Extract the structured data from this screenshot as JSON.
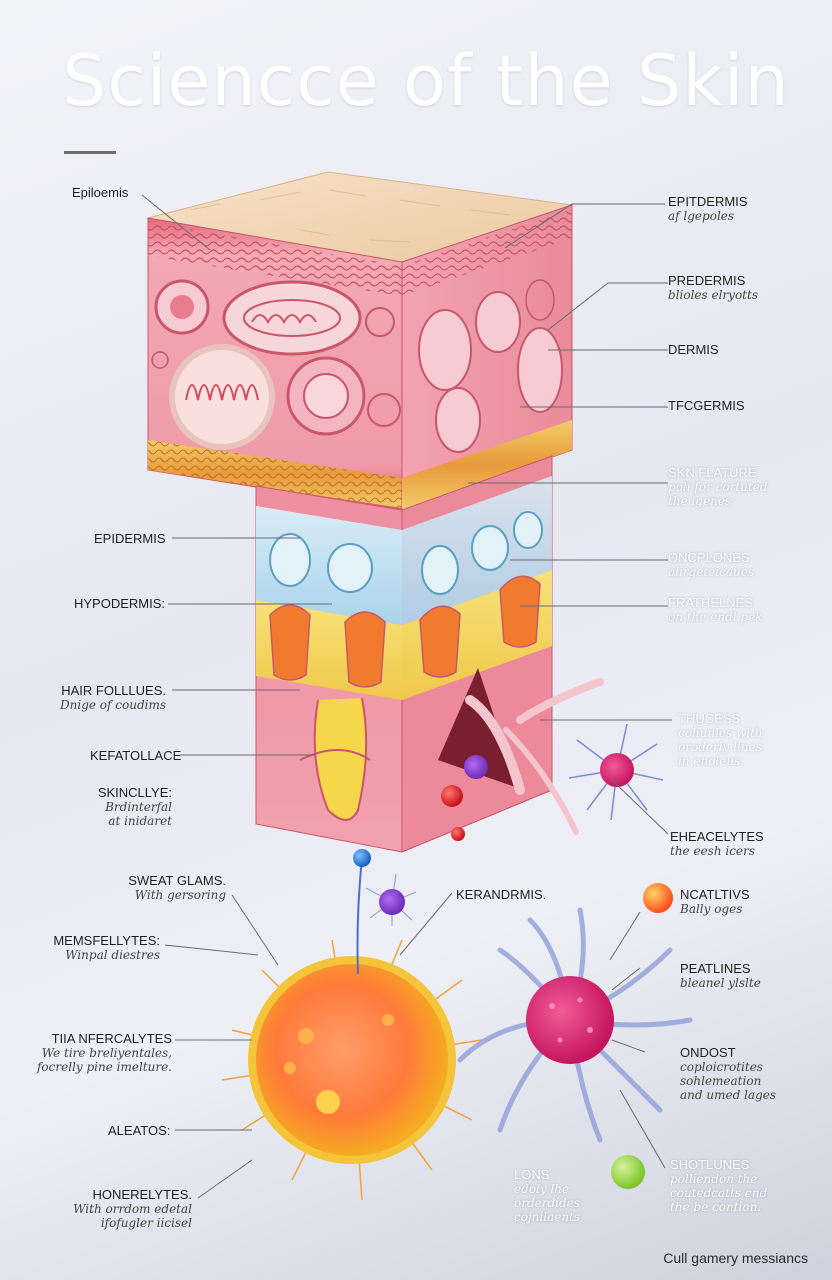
{
  "title": "Sciencce of the Skin",
  "footer": "Cull gamery messiancs",
  "colors": {
    "epidermis_top": "#f0d2b0",
    "dermis_pink": "#ee9aa6",
    "fat_yellow": "#f3d45a",
    "vascular_blue": "#bfe1f0",
    "cell_orange": "#f7a03a",
    "cell_magenta": "#d6246e",
    "background": "#e9eaf2"
  },
  "labels": {
    "left": [
      {
        "key": "epi_small",
        "title": "Epiloemis",
        "sub": ""
      },
      {
        "key": "epidermis",
        "title": "EPIDERMIS",
        "sub": ""
      },
      {
        "key": "hypodermis",
        "title": "HYPODERMIS:",
        "sub": ""
      },
      {
        "key": "hair",
        "title": "HAIR FOLLLUES.",
        "sub": "Dnige of coudims"
      },
      {
        "key": "kefat",
        "title": "KEFATOLLACE",
        "sub": ""
      },
      {
        "key": "skincllye",
        "title": "SKINCLLYE:",
        "sub": "Brdinterfal\nat inidaret"
      },
      {
        "key": "sweat",
        "title": "SWEAT GLAMS.",
        "sub": "With gersoring"
      },
      {
        "key": "memsf",
        "title": "MEMSFELLYTES:",
        "sub": "Winpal diestres"
      },
      {
        "key": "tiia",
        "title": "TIIA NFERCALYTES",
        "sub": "We tire breliyentales,\nfocrelly pine imelture."
      },
      {
        "key": "aleatos",
        "title": "ALEATOS:",
        "sub": ""
      },
      {
        "key": "honer",
        "title": "HONERELYTES.",
        "sub": "With orrdom edetal\nifofugler iicisel"
      }
    ],
    "center": [
      {
        "key": "kerandrmis",
        "title": "KERANDRMIS.",
        "sub": ""
      }
    ],
    "right": [
      {
        "key": "epitop",
        "title": "EPITDERMIS",
        "sub": "af lgepoles"
      },
      {
        "key": "predermis",
        "title": "PREDERMIS",
        "sub": "blioles elryotts"
      },
      {
        "key": "dermis",
        "title": "DERMIS",
        "sub": ""
      },
      {
        "key": "tfcgermis",
        "title": "TFCGERMIS",
        "sub": ""
      },
      {
        "key": "sknflature",
        "title": "SKN FLATURE",
        "sub": "poli for cortuted\nthe igenes"
      },
      {
        "key": "oncplones",
        "title": "ONCPLONES",
        "sub": "alirgeteicaues"
      },
      {
        "key": "frathelnes",
        "title": "FRATHELNES",
        "sub": "on the endl pek"
      },
      {
        "key": "thucess",
        "title": "THUCESS",
        "sub": "coliunles with\noroderly lines\nin enoleus."
      },
      {
        "key": "eheacelytes",
        "title": "EHEACELYTES",
        "sub": "the eesh icers"
      },
      {
        "key": "ncatltivs",
        "title": "NCATLTIVS",
        "sub": "Bally oges"
      },
      {
        "key": "peatlines",
        "title": "PEATLINES",
        "sub": "bleanel ylslte"
      },
      {
        "key": "ondost",
        "title": "ONDOST",
        "sub": "coploicrotites\nsohlemeation\nand umed lages"
      },
      {
        "key": "lons",
        "title": "LONS",
        "sub": "edoly lhe\norderdides\ncojnilaents"
      },
      {
        "key": "shotlunes",
        "title": "SHOTLUNES",
        "sub": "polliendon the\ncoutedcatts end\nthe be contion."
      }
    ]
  }
}
